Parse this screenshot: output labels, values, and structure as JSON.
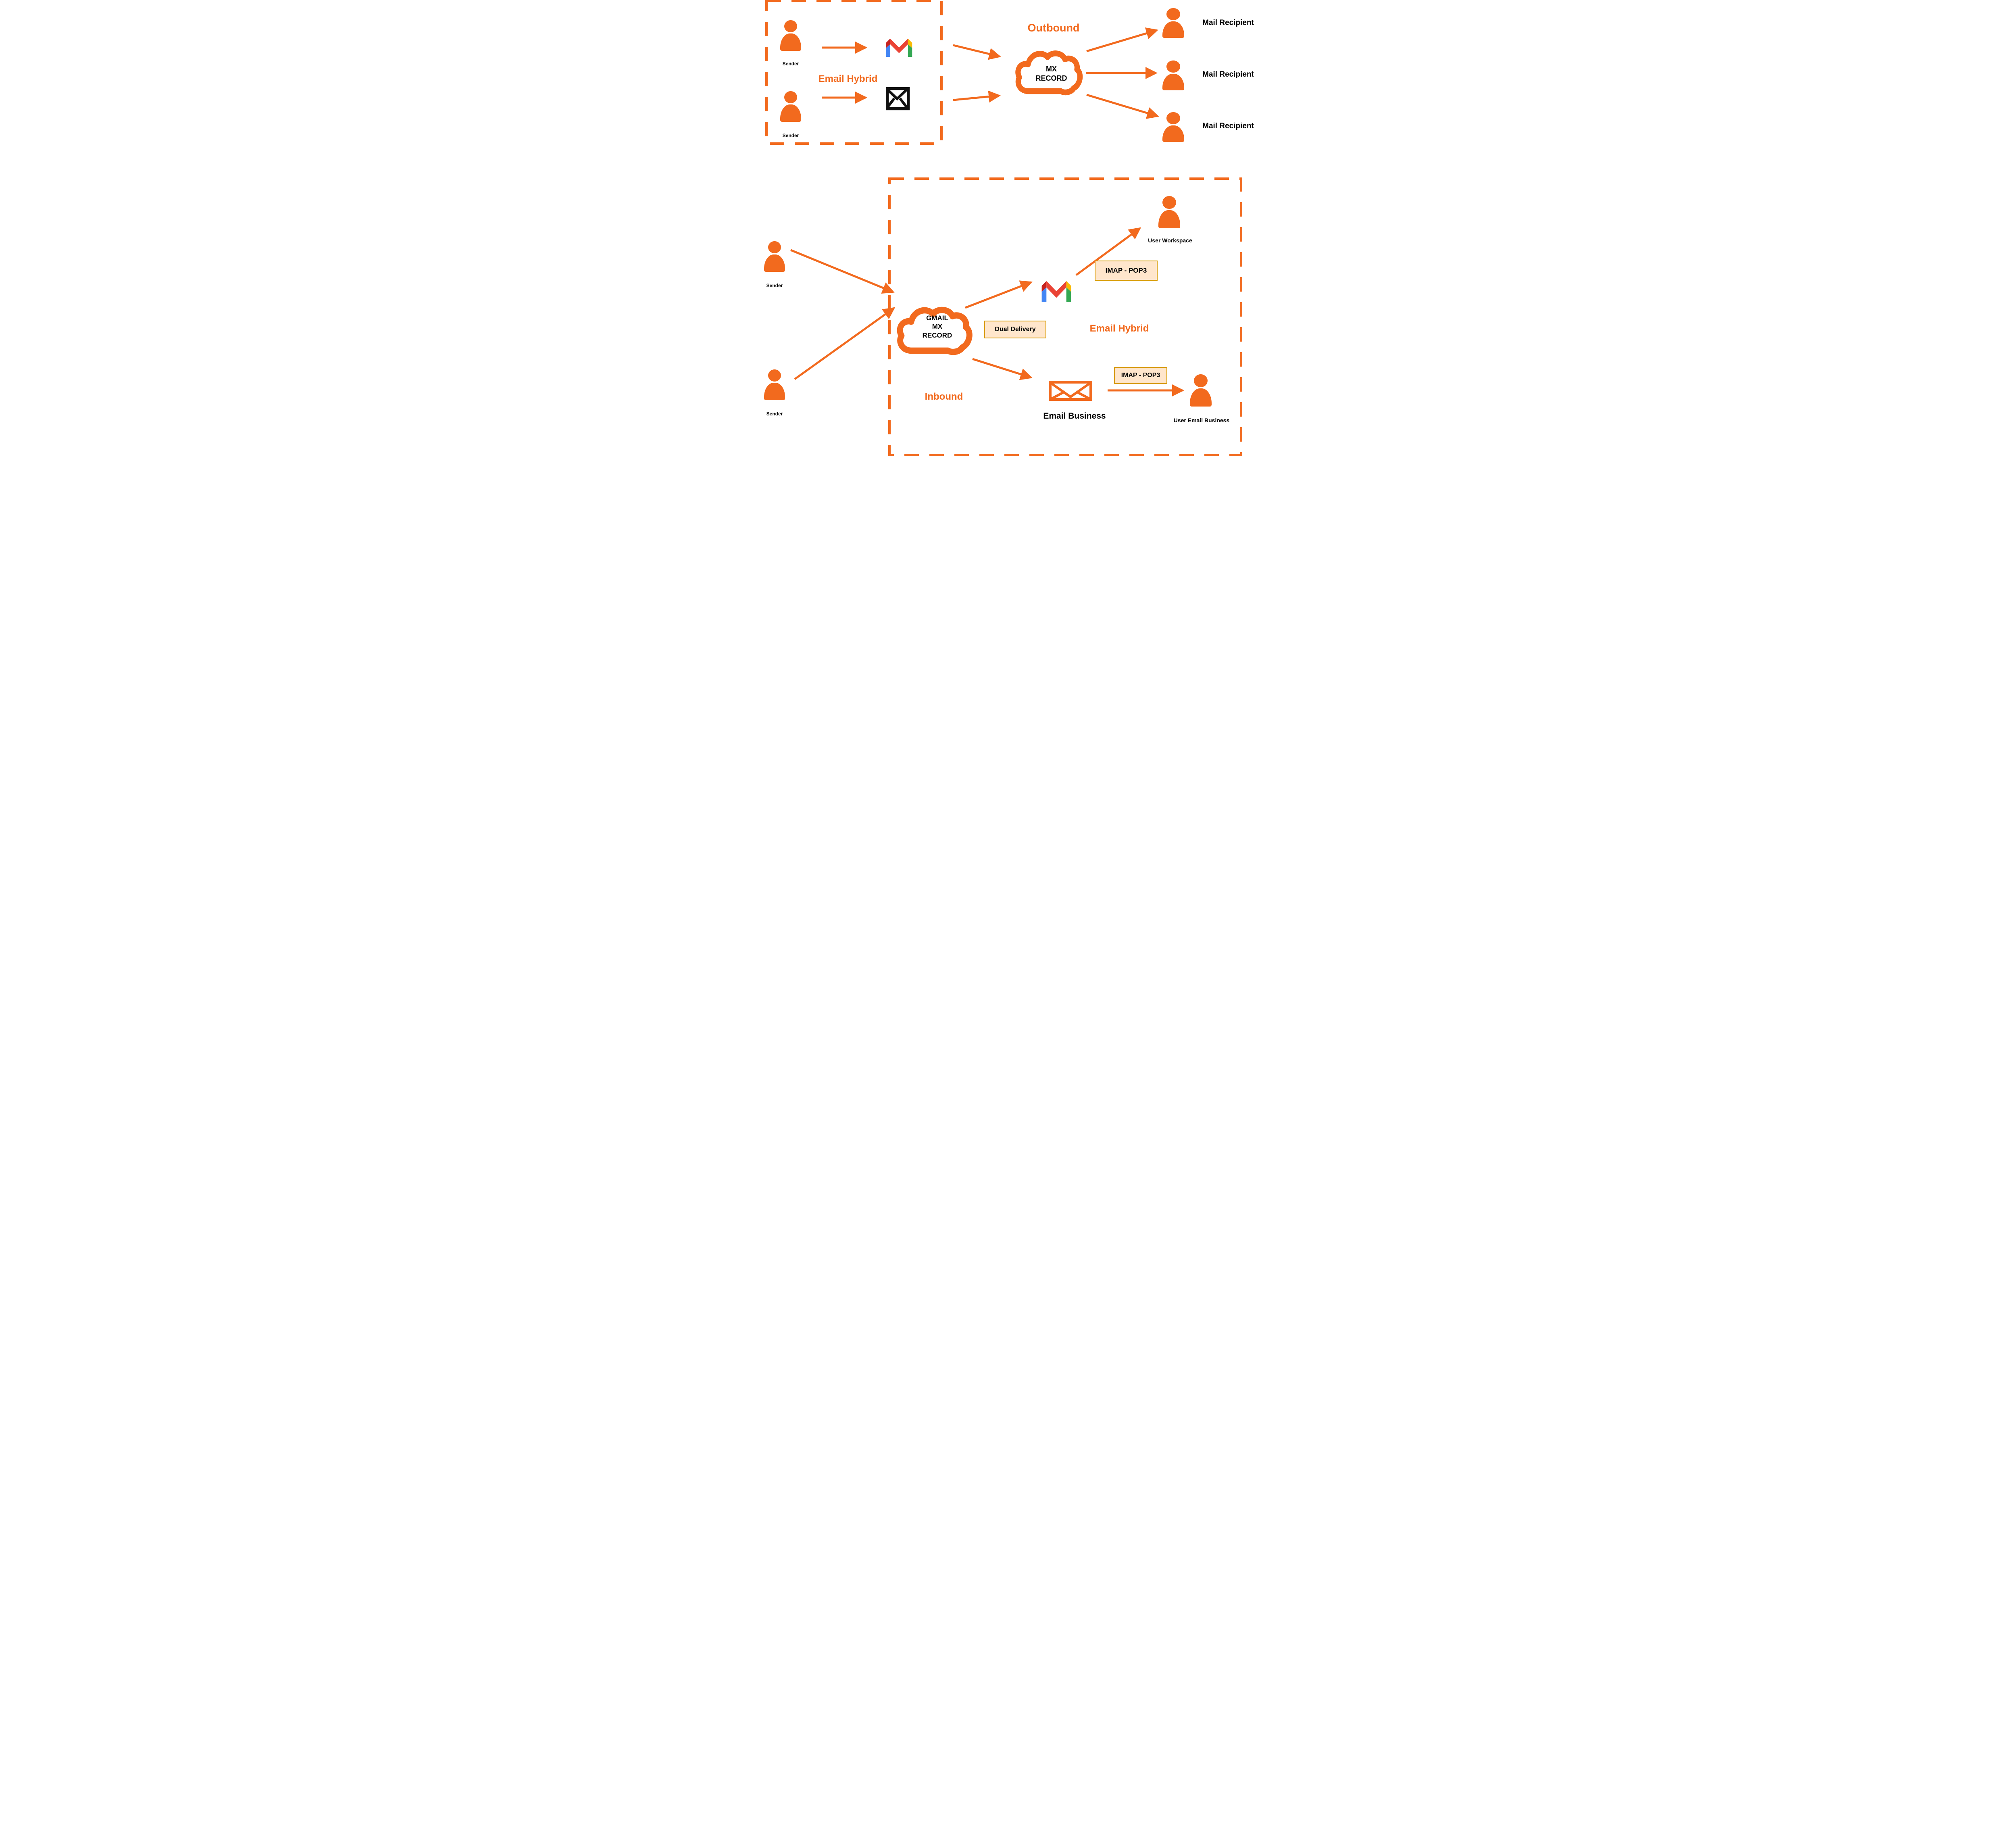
{
  "colors": {
    "orange": "#F26A1E",
    "peach_fill": "#FFE6CC",
    "peach_border": "#D79B00",
    "text_black": "#000000",
    "gmail_blue": "#4285F4",
    "gmail_green": "#34A853",
    "gmail_red": "#EA4335",
    "gmail_dark_red": "#C5221F",
    "gmail_yellow": "#F9BB04"
  },
  "top_section": {
    "group_label": "Email Hybrid",
    "title": "Outbound",
    "senders": [
      {
        "label": "Sender"
      },
      {
        "label": "Sender"
      }
    ],
    "mx_cloud": {
      "line1": "MX",
      "line2": "RECORD"
    },
    "recipients": [
      {
        "label": "Mail Recipient"
      },
      {
        "label": "Mail Recipient"
      },
      {
        "label": "Mail Recipient"
      }
    ]
  },
  "bottom_section": {
    "group_label": "Email Hybrid",
    "flow_label": "Inbound",
    "senders": [
      {
        "label": "Sender"
      },
      {
        "label": "Sender"
      }
    ],
    "gmail_mx_cloud": {
      "line1": "GMAIL",
      "line2": "MX",
      "line3": "RECORD"
    },
    "dual_delivery_label": "Dual Delivery",
    "imap_pop3_workspace": "IMAP - POP3",
    "imap_pop3_business": "IMAP - POP3",
    "user_workspace_label": "User Workspace",
    "email_business_label": "Email Business",
    "user_email_business_label": "User Email Business"
  },
  "icons": {
    "person": "person-icon",
    "gmail": "gmail-logo-icon",
    "envelope_black": "envelope-icon",
    "envelope_orange": "envelope-icon",
    "cloud": "cloud-shape"
  }
}
